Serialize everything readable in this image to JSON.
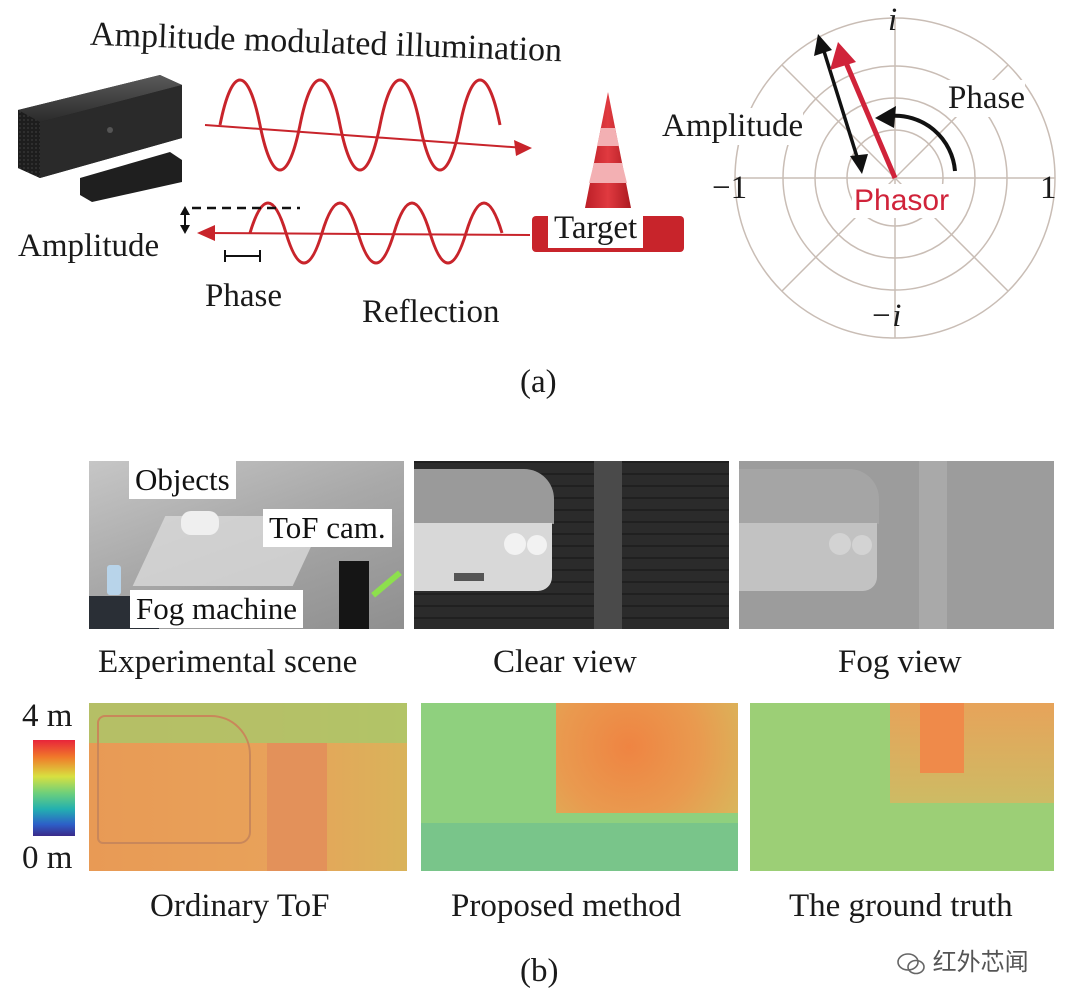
{
  "panel_a": {
    "title": "Amplitude modulated illumination",
    "amplitude_label": "Amplitude",
    "phase_label": "Phase",
    "reflection_label": "Reflection",
    "target_label": "Target",
    "caption": "(a)",
    "phasor_diagram": {
      "axis_top": "i",
      "axis_bottom": "−i",
      "axis_left": "−1",
      "axis_right": "1",
      "amplitude_label": "Amplitude",
      "phase_label": "Phase",
      "phasor_label": "Phasor"
    }
  },
  "panel_b": {
    "caption": "(b)",
    "top_row": [
      {
        "caption": "Experimental scene",
        "labels": [
          "Objects",
          "ToF cam.",
          "Fog machine"
        ]
      },
      {
        "caption": "Clear view"
      },
      {
        "caption": "Fog view"
      }
    ],
    "bottom_row": [
      {
        "caption": "Ordinary ToF"
      },
      {
        "caption": "Proposed method"
      },
      {
        "caption": "The ground truth"
      }
    ],
    "colorbar": {
      "max_label": "4 m",
      "min_label": "0 m"
    }
  },
  "colors": {
    "wave_red": "#c8242b",
    "phasor_red": "#d0233a",
    "dark": "#1a1a1a"
  },
  "watermark": "红外芯闻"
}
